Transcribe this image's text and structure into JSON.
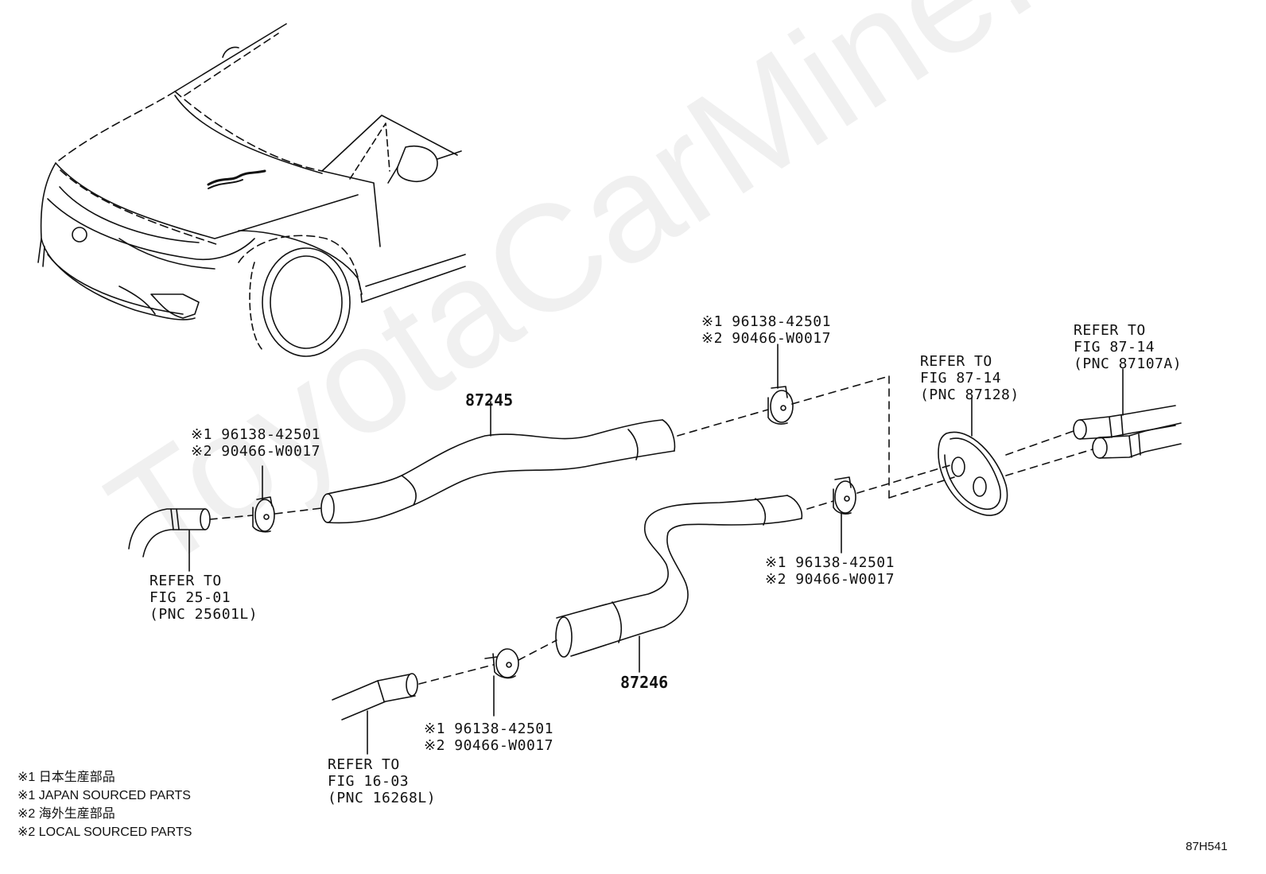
{
  "watermark": "ToyotaCarMine.ru",
  "figure_code": "87H541",
  "parts": {
    "hose_upper": "87245",
    "hose_lower": "87246"
  },
  "clamps": [
    {
      "line1": "※1 96138-42501",
      "line2": "※2 90466-W0017"
    },
    {
      "line1": "※1 96138-42501",
      "line2": "※2 90466-W0017"
    },
    {
      "line1": "※1 96138-42501",
      "line2": "※2 90466-W0017"
    },
    {
      "line1": "※1 96138-42501",
      "line2": "※2 90466-W0017"
    }
  ],
  "refs": [
    {
      "line1": "REFER TO",
      "line2": "FIG 25-01",
      "line3": "(PNC 25601L)"
    },
    {
      "line1": "REFER TO",
      "line2": "FIG 16-03",
      "line3": "(PNC 16268L)"
    },
    {
      "line1": "REFER TO",
      "line2": "FIG 87-14",
      "line3": "(PNC 87128)"
    },
    {
      "line1": "REFER TO",
      "line2": "FIG 87-14",
      "line3": "(PNC 87107A)"
    }
  ],
  "legend": [
    "※1 日本生産部品",
    "※1 JAPAN SOURCED PARTS",
    "※2 海外生産部品",
    "※2 LOCAL SOURCED PARTS"
  ]
}
